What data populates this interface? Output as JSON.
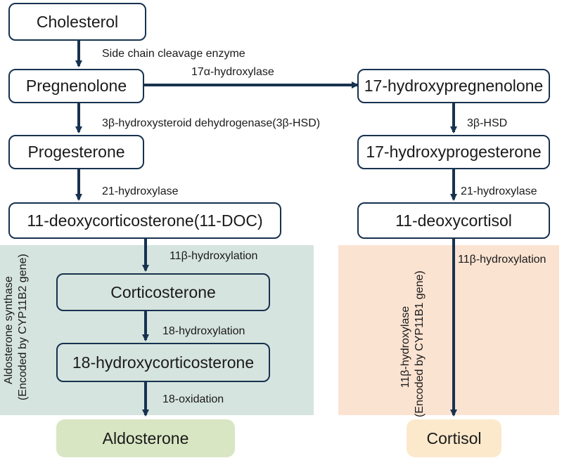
{
  "nodes": {
    "cholesterol": "Cholesterol",
    "pregnenolone": "Pregnenolone",
    "hydroxypregnenolone": "17-hydroxypregnenolone",
    "progesterone": "Progesterone",
    "hydroxyprogesterone": "17-hydroxyprogesterone",
    "deoxycorticosterone": "11-deoxycorticosterone(11-DOC)",
    "deoxycortisol": "11-deoxycortisol",
    "corticosterone": "Corticosterone",
    "hydroxycorticosterone": "18-hydroxycorticosterone",
    "aldosterone": "Aldosterone",
    "cortisol": "Cortisol"
  },
  "edges": {
    "side_chain": "Side chain cleavage enzyme",
    "hydroxylase17a": "17α-hydroxylase",
    "hsd_full": "3β-hydroxysteroid dehydrogenase(3β-HSD)",
    "hsd_short": "3β-HSD",
    "hydroxylase21_left": "21-hydroxylase",
    "hydroxylase21_right": "21-hydroxylase",
    "hydroxylation11b_left": "11β-hydroxylation",
    "hydroxylation11b_right": "11β-hydroxylation",
    "hydroxylation18": "18-hydroxylation",
    "oxidation18": "18-oxidation"
  },
  "regions": {
    "aldosterone_synthase": {
      "line1": "Aldosterone synthase",
      "line2": "(Encoded by CYP11B2 gene)"
    },
    "hydroxylase11b": {
      "line1": "11β-hydroxylase",
      "line2": "(Encoded by CYP11B1 gene)"
    }
  },
  "colors": {
    "node_border": "#17324f",
    "arrow": "#17324f",
    "aldosterone_region": "#d6e4df",
    "cortisol_region": "#fbe3d2",
    "aldosterone_box": "#d8e6c3",
    "cortisol_box": "#fce9cc"
  }
}
